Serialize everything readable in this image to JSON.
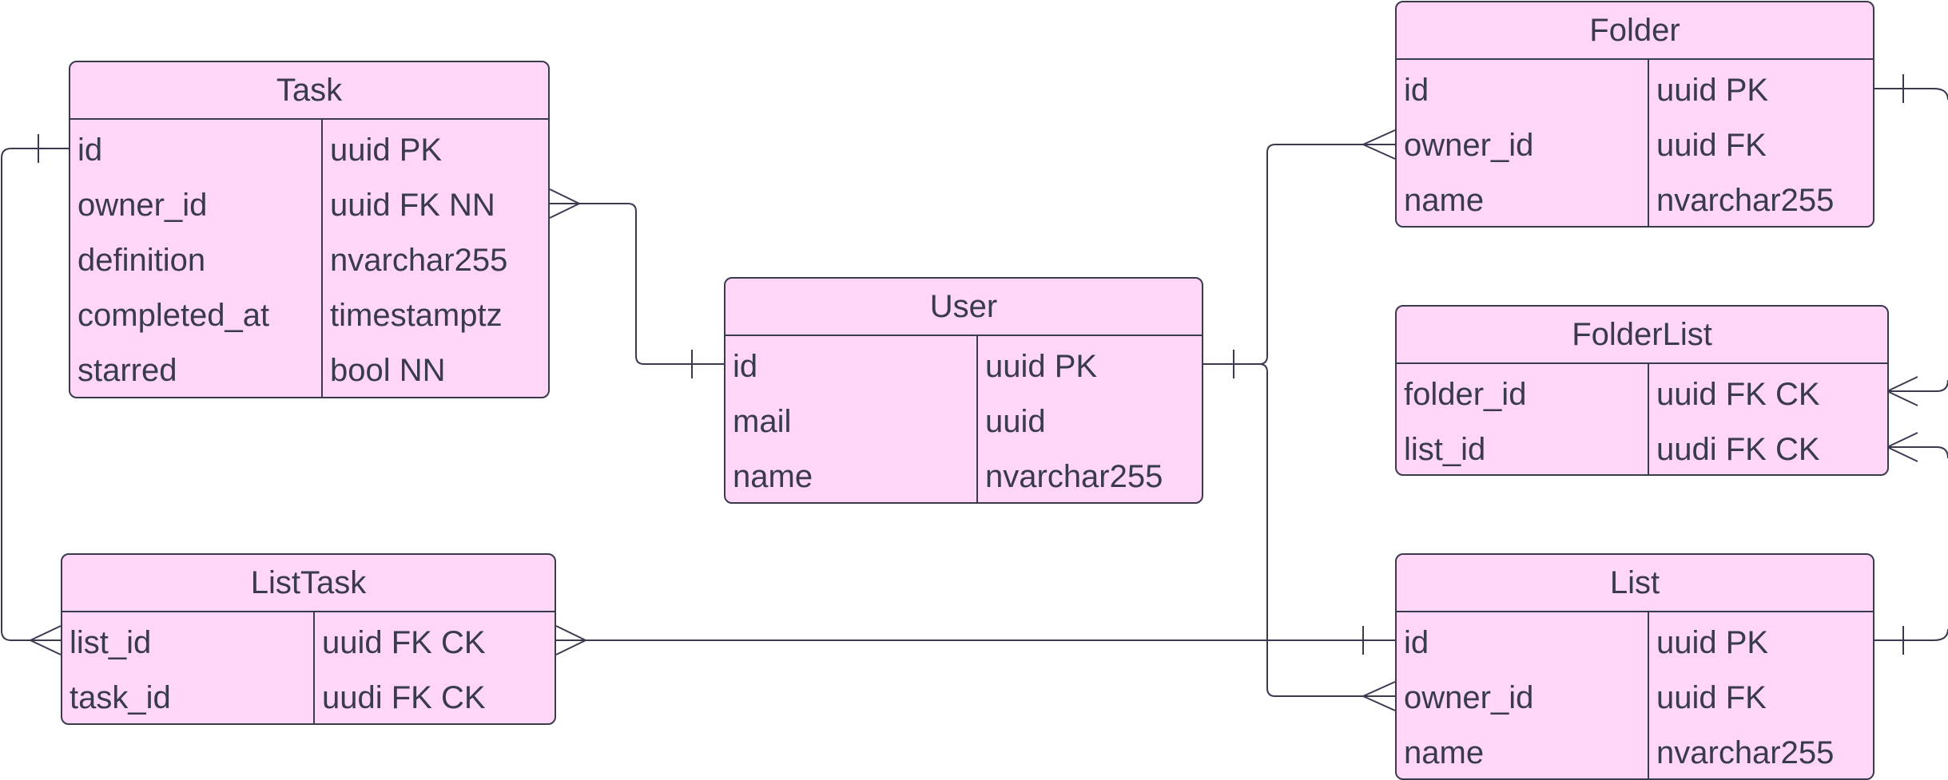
{
  "entities": {
    "task": {
      "title": "Task",
      "rows": [
        {
          "name": "id",
          "type": "uuid PK"
        },
        {
          "name": "owner_id",
          "type": "uuid FK NN"
        },
        {
          "name": "definition",
          "type": "nvarchar255"
        },
        {
          "name": "completed_at",
          "type": "timestamptz"
        },
        {
          "name": "starred",
          "type": "bool NN"
        }
      ]
    },
    "user": {
      "title": "User",
      "rows": [
        {
          "name": "id",
          "type": "uuid PK"
        },
        {
          "name": "mail",
          "type": "uuid"
        },
        {
          "name": "name",
          "type": "nvarchar255"
        }
      ]
    },
    "list_task": {
      "title": "ListTask",
      "rows": [
        {
          "name": "list_id",
          "type": "uuid FK CK"
        },
        {
          "name": "task_id",
          "type": "uudi FK CK"
        }
      ]
    },
    "folder": {
      "title": "Folder",
      "rows": [
        {
          "name": "id",
          "type": "uuid PK"
        },
        {
          "name": "owner_id",
          "type": "uuid FK"
        },
        {
          "name": "name",
          "type": "nvarchar255"
        }
      ]
    },
    "folder_list": {
      "title": "FolderList",
      "rows": [
        {
          "name": "folder_id",
          "type": "uuid FK CK"
        },
        {
          "name": "list_id",
          "type": "uudi FK CK"
        }
      ]
    },
    "list": {
      "title": "List",
      "rows": [
        {
          "name": "id",
          "type": "uuid PK"
        },
        {
          "name": "owner_id",
          "type": "uuid FK"
        },
        {
          "name": "name",
          "type": "nvarchar255"
        }
      ]
    }
  },
  "colors": {
    "entity_fill": "#ffd6f6",
    "stroke": "#3a3a4f",
    "text": "#3a3a4f"
  }
}
